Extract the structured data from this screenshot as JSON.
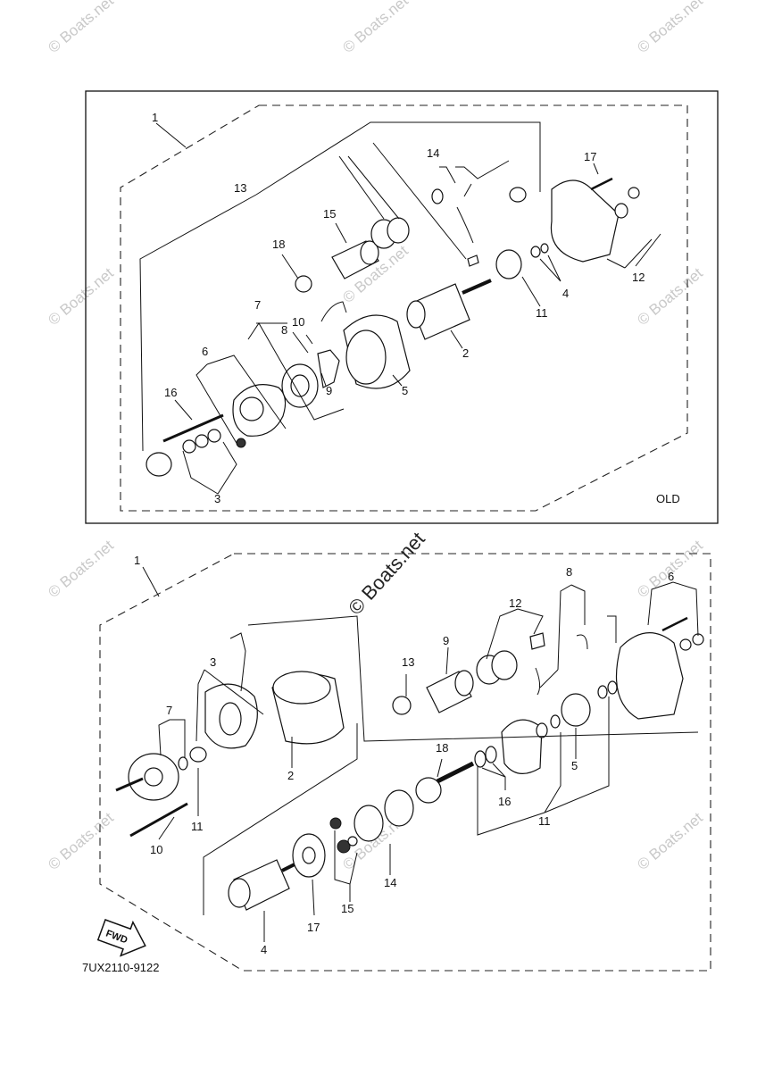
{
  "watermark": "© Boats.net",
  "watermark_center": "© Boats.net",
  "diagram_code": "7UX2110-9122",
  "fwd_label": "FWD",
  "old_label": "OLD",
  "old_assembly": {
    "callouts": [
      {
        "id": "o1",
        "label": "1"
      },
      {
        "id": "o2",
        "label": "2"
      },
      {
        "id": "o3",
        "label": "3"
      },
      {
        "id": "o4",
        "label": "4"
      },
      {
        "id": "o5",
        "label": "5"
      },
      {
        "id": "o6",
        "label": "6"
      },
      {
        "id": "o7",
        "label": "7"
      },
      {
        "id": "o8",
        "label": "8"
      },
      {
        "id": "o9",
        "label": "9"
      },
      {
        "id": "o10",
        "label": "10"
      },
      {
        "id": "o11",
        "label": "11"
      },
      {
        "id": "o12",
        "label": "12"
      },
      {
        "id": "o13",
        "label": "13"
      },
      {
        "id": "o14",
        "label": "14"
      },
      {
        "id": "o15",
        "label": "15"
      },
      {
        "id": "o16",
        "label": "16"
      },
      {
        "id": "o17",
        "label": "17"
      },
      {
        "id": "o18",
        "label": "18"
      }
    ]
  },
  "new_assembly": {
    "callouts": [
      {
        "id": "n1",
        "label": "1"
      },
      {
        "id": "n2",
        "label": "2"
      },
      {
        "id": "n3",
        "label": "3"
      },
      {
        "id": "n4",
        "label": "4"
      },
      {
        "id": "n5",
        "label": "5"
      },
      {
        "id": "n6",
        "label": "6"
      },
      {
        "id": "n7",
        "label": "7"
      },
      {
        "id": "n8",
        "label": "8"
      },
      {
        "id": "n9",
        "label": "9"
      },
      {
        "id": "n10",
        "label": "10"
      },
      {
        "id": "n11",
        "label": "11"
      },
      {
        "id": "n12",
        "label": "12"
      },
      {
        "id": "n13",
        "label": "13"
      },
      {
        "id": "n14",
        "label": "14"
      },
      {
        "id": "n15",
        "label": "15"
      },
      {
        "id": "n16",
        "label": "16"
      },
      {
        "id": "n17",
        "label": "17"
      },
      {
        "id": "n18",
        "label": "18"
      }
    ]
  }
}
